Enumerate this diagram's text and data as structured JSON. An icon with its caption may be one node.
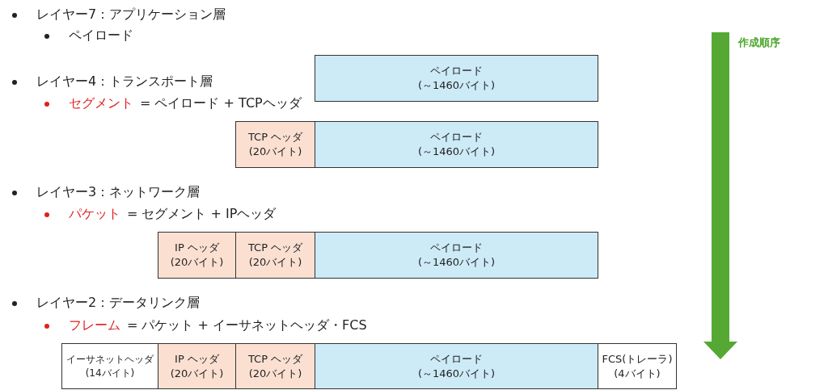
{
  "diagram": {
    "nodes": [
      {
        "text": [
          "ペイロード",
          "(～1460バイト)"
        ]
      },
      {
        "text": [
          "TCP ヘッダ",
          "(20バイト)"
        ]
      },
      {
        "text": [
          "ペイロード",
          "(～1460バイト)"
        ]
      },
      {
        "text": [
          "IP ヘッダ",
          "(20バイト)"
        ]
      },
      {
        "text": [
          "TCP ヘッダ",
          "(20バイト)"
        ]
      },
      {
        "text": [
          "ペイロード",
          "(～1460バイト)"
        ]
      },
      {
        "text": [
          "イーサネットヘッダ(14バイト)"
        ]
      },
      {
        "text": [
          "IP ヘッダ",
          "(20バイト)"
        ]
      },
      {
        "text": [
          "TCP ヘッダ",
          "(20バイト)"
        ]
      },
      {
        "text": [
          "ペイロード",
          "(～1460バイト)"
        ]
      },
      {
        "text": [
          "FCS(トレーラ)",
          "(4バイト)"
        ]
      }
    ],
    "edges": [],
    "labels": [
      "レイヤー7：アプリケーション層",
      "ペイロード",
      "作成順序",
      "レイヤー4：トランスポート層",
      "セグメント",
      "= ペイロード + TCPヘッダ",
      "レイヤー3：ネットワーク層",
      "パケット",
      "= セグメント + IPヘッダ",
      "レイヤー2：データリンク層",
      "フレーム",
      "= パケット + イーサネットヘッダ・FCS"
    ]
  }
}
